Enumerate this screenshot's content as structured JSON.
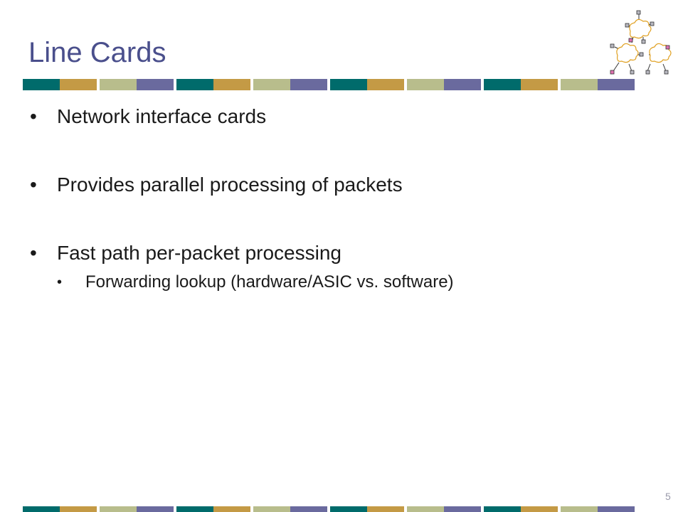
{
  "slide": {
    "title": "Line Cards",
    "bullets": [
      {
        "text": "Network interface cards",
        "sub": []
      },
      {
        "text": "Provides parallel processing of packets",
        "sub": []
      },
      {
        "text": "Fast path per-packet processing",
        "sub": [
          "Forwarding lookup (hardware/ASIC vs. software)"
        ]
      }
    ],
    "page_number": "5",
    "bullet_glyph": "•"
  },
  "colors": {
    "title": "#4a4f8c",
    "bar_segments": [
      "#006b6b",
      "#c49a45",
      "#b8bd8c",
      "#6a6a9e"
    ],
    "cloud_stroke": "#e0a020",
    "node_pink": "#e070b0",
    "node_gray": "#b8b8c0"
  },
  "icons": {
    "logo": "network-clouds-icon"
  }
}
